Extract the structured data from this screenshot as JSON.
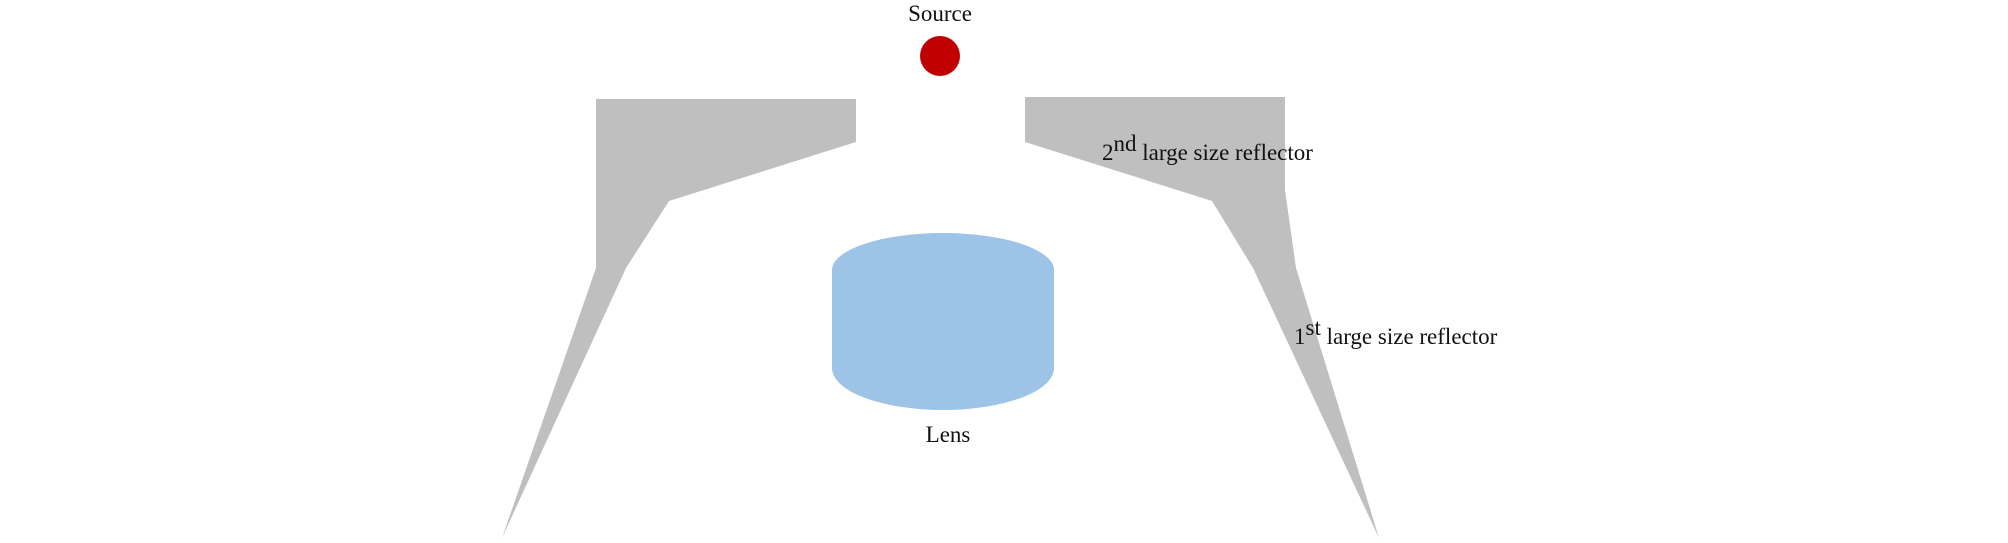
{
  "colors": {
    "source": "#c00000",
    "reflector": "#bfbfbf",
    "lens": "#9dc3e6",
    "text": "#111111"
  },
  "labels": {
    "source": "Source",
    "lens": "Lens",
    "reflector_2": {
      "ordinal": "2",
      "suffix": "nd",
      "text": " large size reflector"
    },
    "reflector_1": {
      "ordinal": "1",
      "suffix": "st",
      "text": " large size reflector"
    }
  }
}
